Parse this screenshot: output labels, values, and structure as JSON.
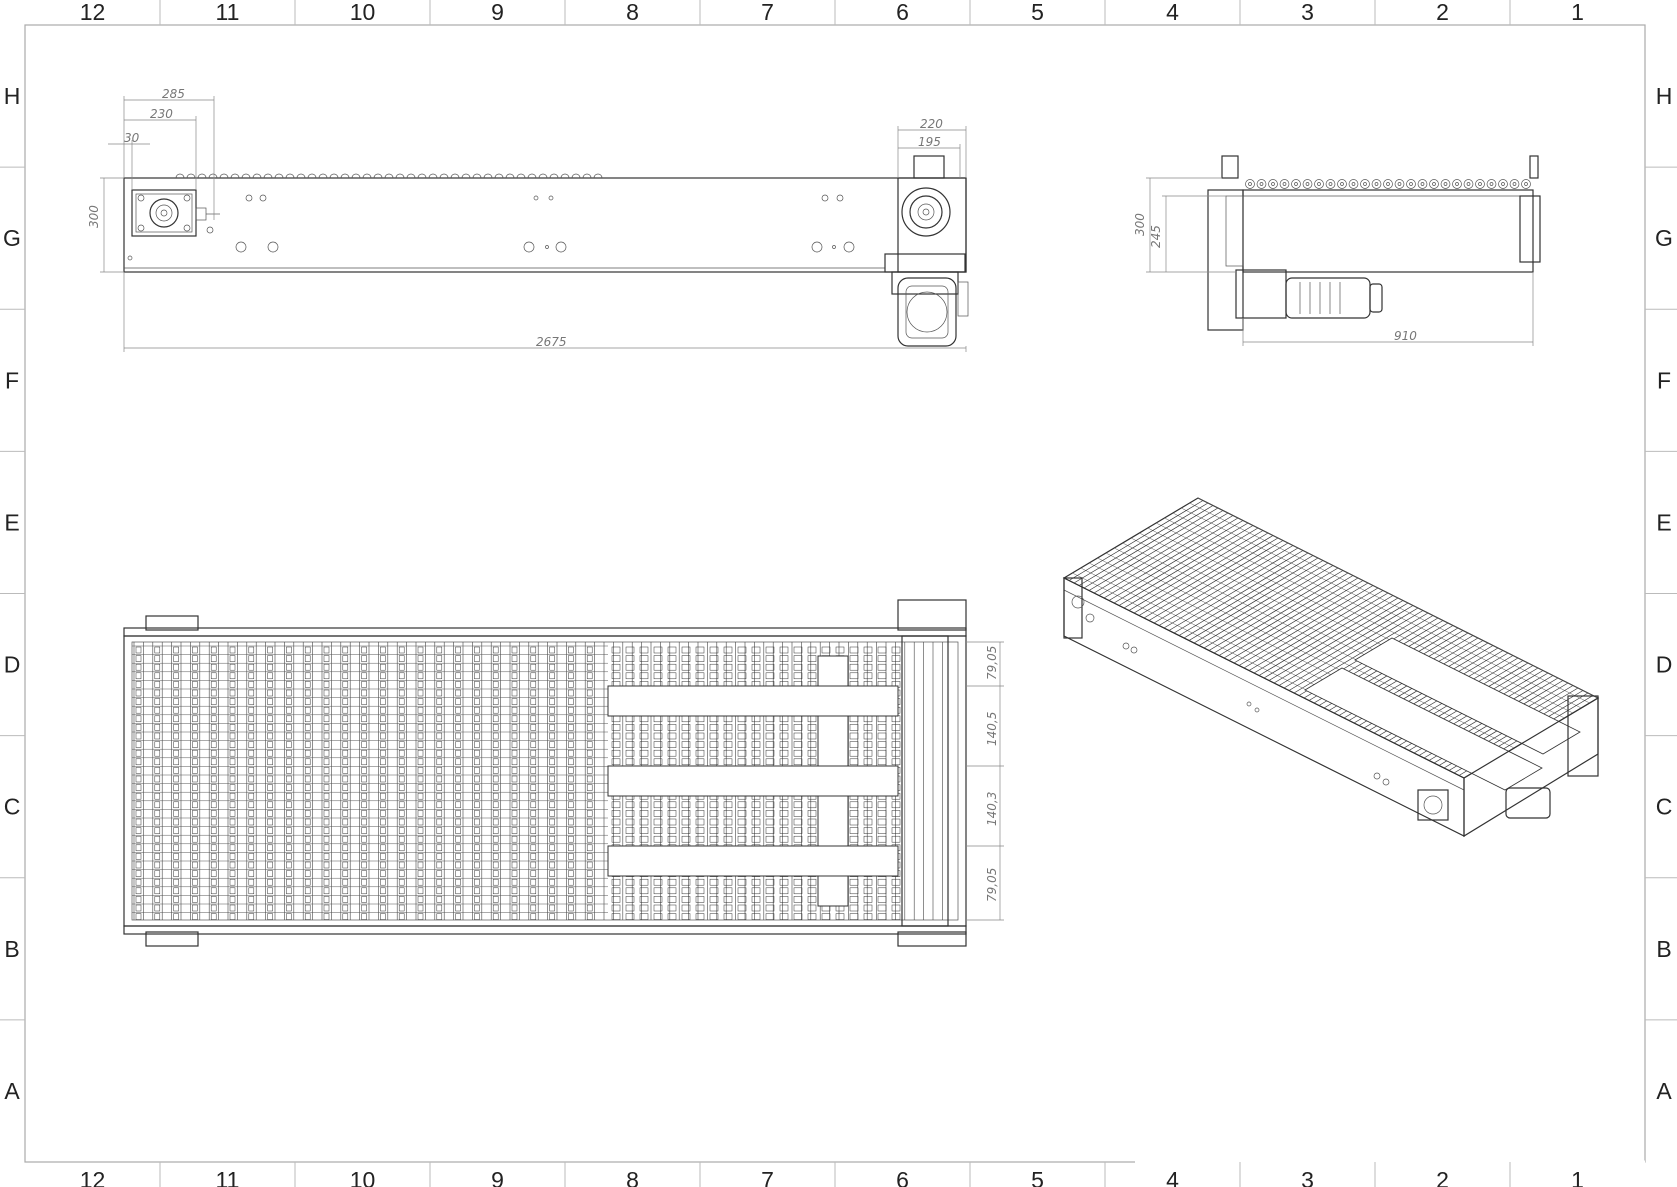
{
  "sheet": {
    "columns": [
      "12",
      "11",
      "10",
      "9",
      "8",
      "7",
      "6",
      "5",
      "4",
      "3",
      "2",
      "1"
    ],
    "rows": [
      "H",
      "G",
      "F",
      "E",
      "D",
      "C",
      "B",
      "A"
    ]
  },
  "front_view": {
    "dimensions": [
      "285",
      "230",
      "30",
      "300",
      "220",
      "195",
      "2675"
    ]
  },
  "side_view": {
    "dimensions": [
      "300",
      "245",
      "910"
    ]
  },
  "top_view": {
    "dimensions": [
      "79,05",
      "140,5",
      "140,3",
      "79,05"
    ]
  },
  "colors": {
    "line": "#333333",
    "dimension": "#888888",
    "border": "#999999"
  }
}
